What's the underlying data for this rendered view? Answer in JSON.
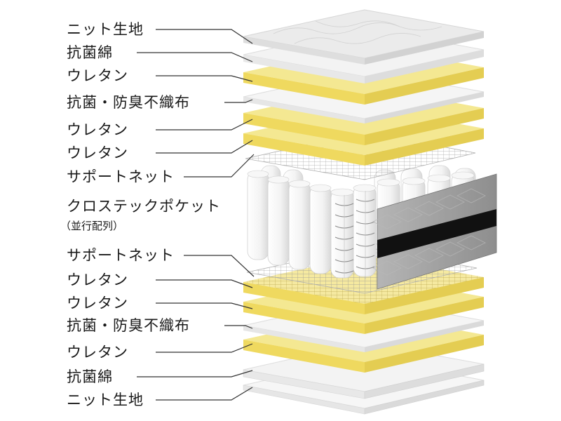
{
  "labels": {
    "top_knit": "ニット生地",
    "top_antibacterial_cotton": "抗菌綿",
    "top_urethane_1": "ウレタン",
    "top_nonwoven": "抗菌・防臭不織布",
    "top_urethane_2": "ウレタン",
    "top_urethane_3": "ウレタン",
    "top_support_net": "サポートネット",
    "pocket_coil": "クロステックポケット",
    "pocket_coil_note": "（並行配列）",
    "bottom_support_net": "サポートネット",
    "bottom_urethane_1": "ウレタン",
    "bottom_urethane_2": "ウレタン",
    "bottom_nonwoven": "抗菌・防臭不織布",
    "bottom_urethane_3": "ウレタン",
    "bottom_antibacterial_cotton": "抗菌綿",
    "bottom_knit": "ニット生地"
  },
  "colors": {
    "urethane": "#f2e27a",
    "fabric": "#f4f4f4",
    "leader_line": "#333333",
    "side_panel": "#9a9a9a",
    "band": "#111111"
  }
}
